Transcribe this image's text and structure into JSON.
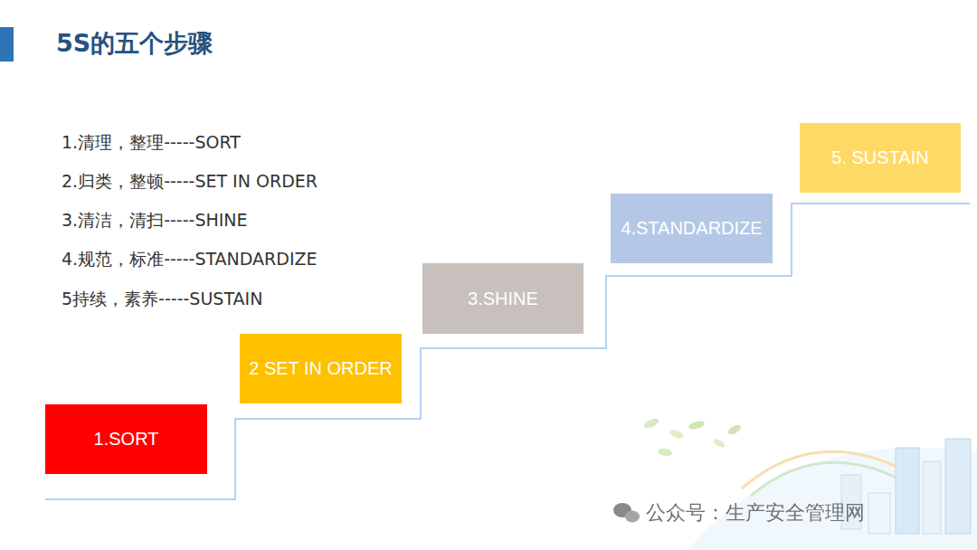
{
  "diagram": {
    "title": "5S的五个步骤",
    "nodes": [
      {
        "text": [
          "1.SORT"
        ]
      },
      {
        "text": [
          "2 SET IN ORDER"
        ]
      },
      {
        "text": [
          "3.SHINE"
        ]
      },
      {
        "text": [
          "4.STANDARDIZE"
        ]
      },
      {
        "text": [
          "5. SUSTAIN"
        ]
      }
    ],
    "labels": [
      "1.清理，整理-----SORT",
      "2.归类，整顿-----SET IN ORDER",
      "3.清洁，清扫-----SHINE",
      "4.规范，标准-----STANDARDIZE",
      "5持续，素养-----SUSTAIN",
      "公众号：生产安全管理网"
    ]
  }
}
